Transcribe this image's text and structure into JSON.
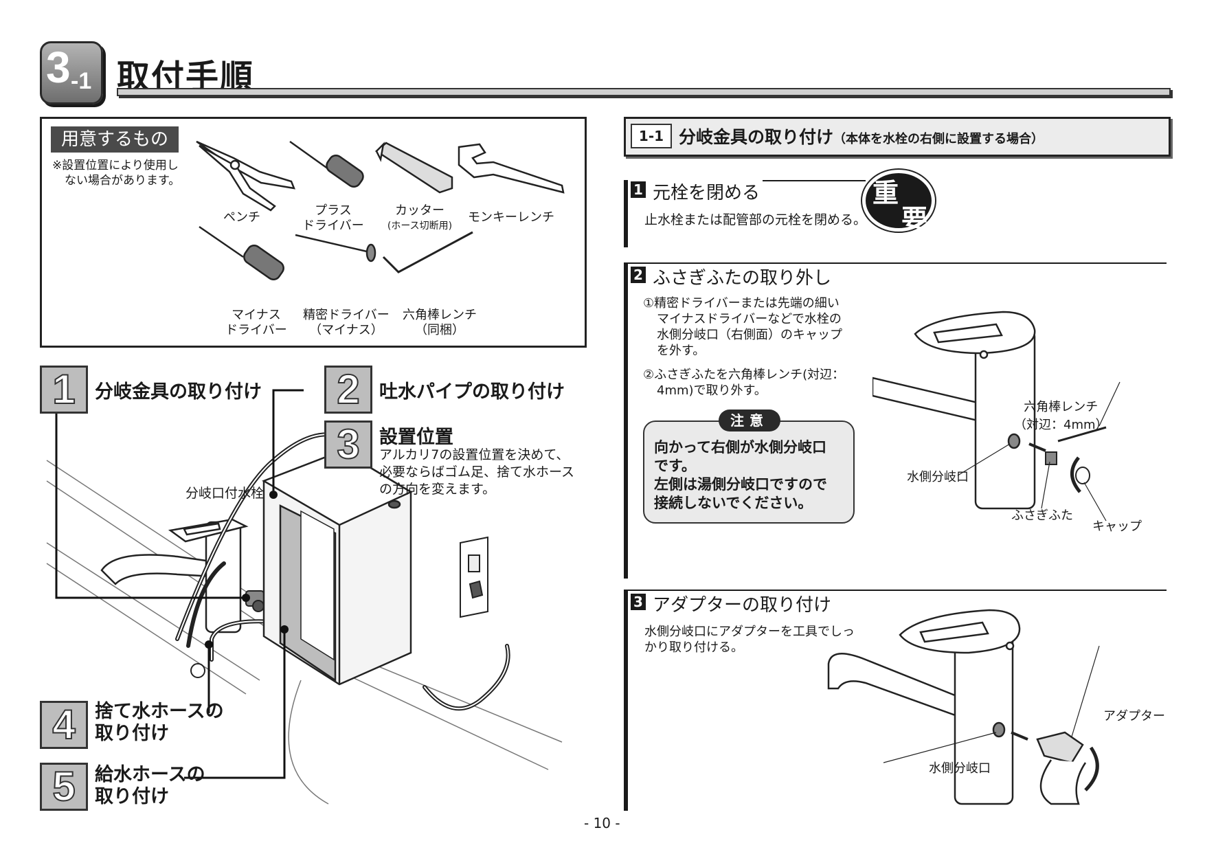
{
  "header": {
    "section_num": "3",
    "section_sub": "-1",
    "title": "取付手順"
  },
  "prep": {
    "label": "用意するもの",
    "note_lines": [
      "※設置位置により使用し",
      "ない場合があります。"
    ],
    "tools": [
      {
        "name": "pliers",
        "lines": [
          "ペンチ"
        ]
      },
      {
        "name": "phillips-driver",
        "lines": [
          "プラス",
          "ドライバー"
        ]
      },
      {
        "name": "cutter",
        "lines": [
          "カッター",
          "(ホース切断用)"
        ]
      },
      {
        "name": "monkey-wrench",
        "lines": [
          "モンキーレンチ"
        ]
      },
      {
        "name": "flat-driver",
        "lines": [
          "マイナス",
          "ドライバー"
        ]
      },
      {
        "name": "precision-driver",
        "lines": [
          "精密ドライバー",
          "（マイナス）"
        ]
      },
      {
        "name": "hex-wrench",
        "lines": [
          "六角棒レンチ",
          "（同梱）"
        ]
      }
    ]
  },
  "steps": [
    {
      "num": "1",
      "title": "分岐金具の取り付け"
    },
    {
      "num": "2",
      "title": "吐水パイプの取り付け"
    },
    {
      "num": "3",
      "title": "設置位置",
      "desc_lines": [
        "アルカリ7の設置位置を決めて、",
        "必要ならばゴム足、捨て水ホース",
        "の方向を変えます。"
      ]
    },
    {
      "num": "4",
      "title_lines": [
        "捨て水ホースの",
        "取り付け"
      ]
    },
    {
      "num": "5",
      "title_lines": [
        "給水ホースの",
        "取り付け"
      ]
    }
  ],
  "faucet_label": "分岐口付水栓",
  "right": {
    "header_badge": "1-1",
    "header_title": "分岐金具の取り付け",
    "header_sub": "（本体を水栓の右側に設置する場合）",
    "sub1": {
      "num": "1",
      "title": "元栓を閉める",
      "text": "止水栓または配管部の元栓を閉める。",
      "badge_top": "重",
      "badge_bottom": "要"
    },
    "sub2": {
      "num": "2",
      "title": "ふさぎふたの取り外し",
      "item1_lines": [
        "①精密ドライバーまたは先端の細い",
        "マイナスドライバーなどで水栓の",
        "水側分岐口（右側面）のキャップ",
        "を外す。"
      ],
      "item2_lines": [
        "②ふさぎふたを六角棒レンチ(対辺：",
        "4mm)で取り外す。"
      ],
      "note_tag": "注意",
      "note_lines": [
        "向かって右側が水側分岐口",
        "です。",
        "左側は湯側分岐口ですので",
        "接続しないでください。"
      ],
      "label_hex_lines": [
        "六角棒レンチ",
        "（対辺：4mm）"
      ],
      "label_port": "水側分岐口",
      "label_plug": "ふさぎふた",
      "label_cap": "キャップ"
    },
    "sub3": {
      "num": "3",
      "title": "アダプターの取り付け",
      "text_lines": [
        "水側分岐口にアダプターを工具でしっ",
        "かり取り付ける。"
      ],
      "label_adapter": "アダプター",
      "label_port": "水側分岐口"
    }
  },
  "page_number": "- 10 -"
}
